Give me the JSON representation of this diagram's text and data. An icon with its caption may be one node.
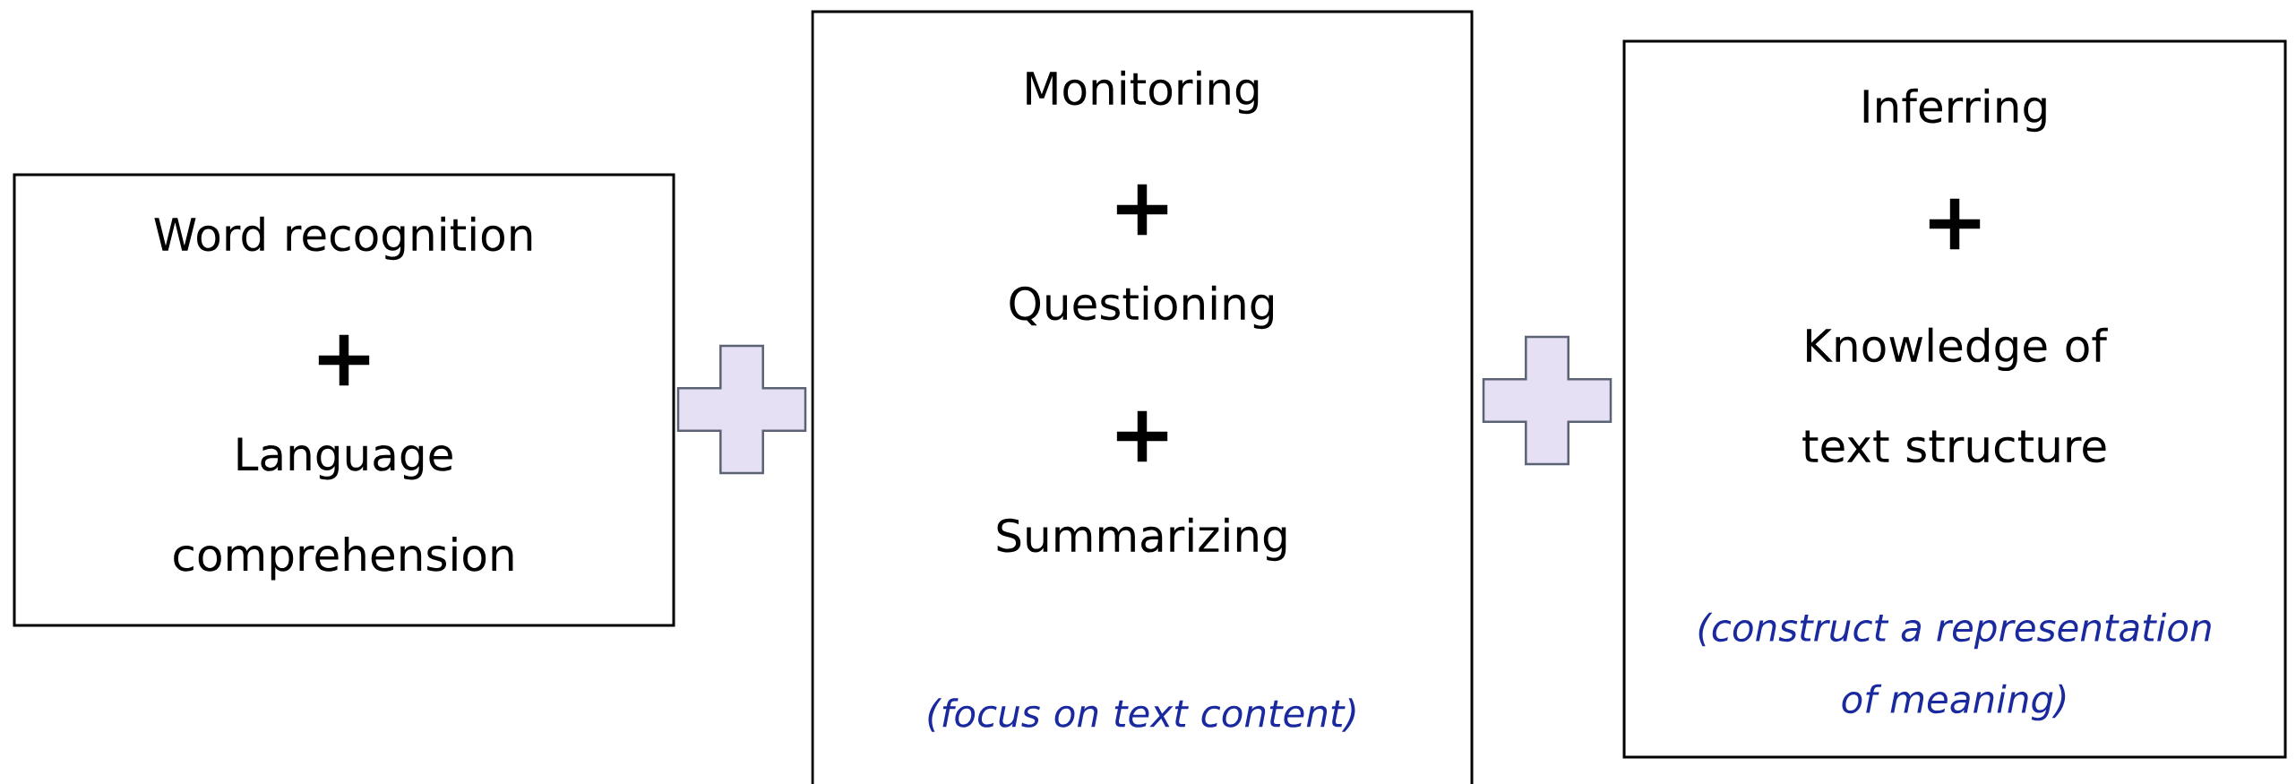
{
  "diagram": {
    "nodes": [
      {
        "text": [
          "Word recognition",
          "+",
          "Language comprehension"
        ]
      },
      {
        "text": [],
        "shape": "plus"
      },
      {
        "text": [
          "Monitoring",
          "+",
          "Questioning",
          "+",
          "Summarizing",
          "(focus on text content)"
        ]
      },
      {
        "text": [],
        "shape": "plus"
      },
      {
        "text": [
          "Inferring",
          "+",
          "Knowledge of text structure",
          "(construct a representation of meaning)"
        ]
      }
    ]
  }
}
